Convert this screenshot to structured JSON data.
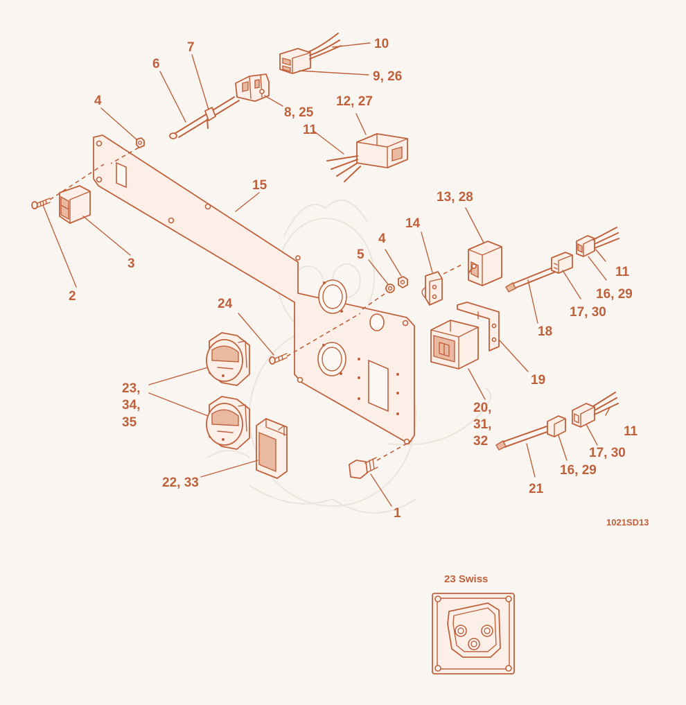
{
  "diagram": {
    "title": "",
    "drawing_number": "1021SD13",
    "accent_color": "#c0603a",
    "background_color": "#f9f6f2",
    "callouts": {
      "c1": "1",
      "c2": "2",
      "c3": "3",
      "c4a": "4",
      "c4b": "4",
      "c5": "5",
      "c6": "6",
      "c7": "7",
      "c8": "8, 25",
      "c9": "9, 26",
      "c10": "10",
      "c11a": "11",
      "c11b": "11",
      "c11c": "11",
      "c12": "12, 27",
      "c13": "13, 28",
      "c14": "14",
      "c15": "15",
      "c16a": "16, 29",
      "c16b": "16, 29",
      "c17a": "17, 30",
      "c17b": "17, 30",
      "c18": "18",
      "c19": "19",
      "c20_l1": "20,",
      "c20_l2": "31,",
      "c20_l3": "32",
      "c21": "21",
      "c22": "22, 33",
      "c23_l1": "23,",
      "c23_l2": "34,",
      "c23_l3": "35",
      "c24": "24"
    },
    "inset": {
      "title": "23 Swiss",
      "icon": "swiss-socket-icon"
    }
  }
}
